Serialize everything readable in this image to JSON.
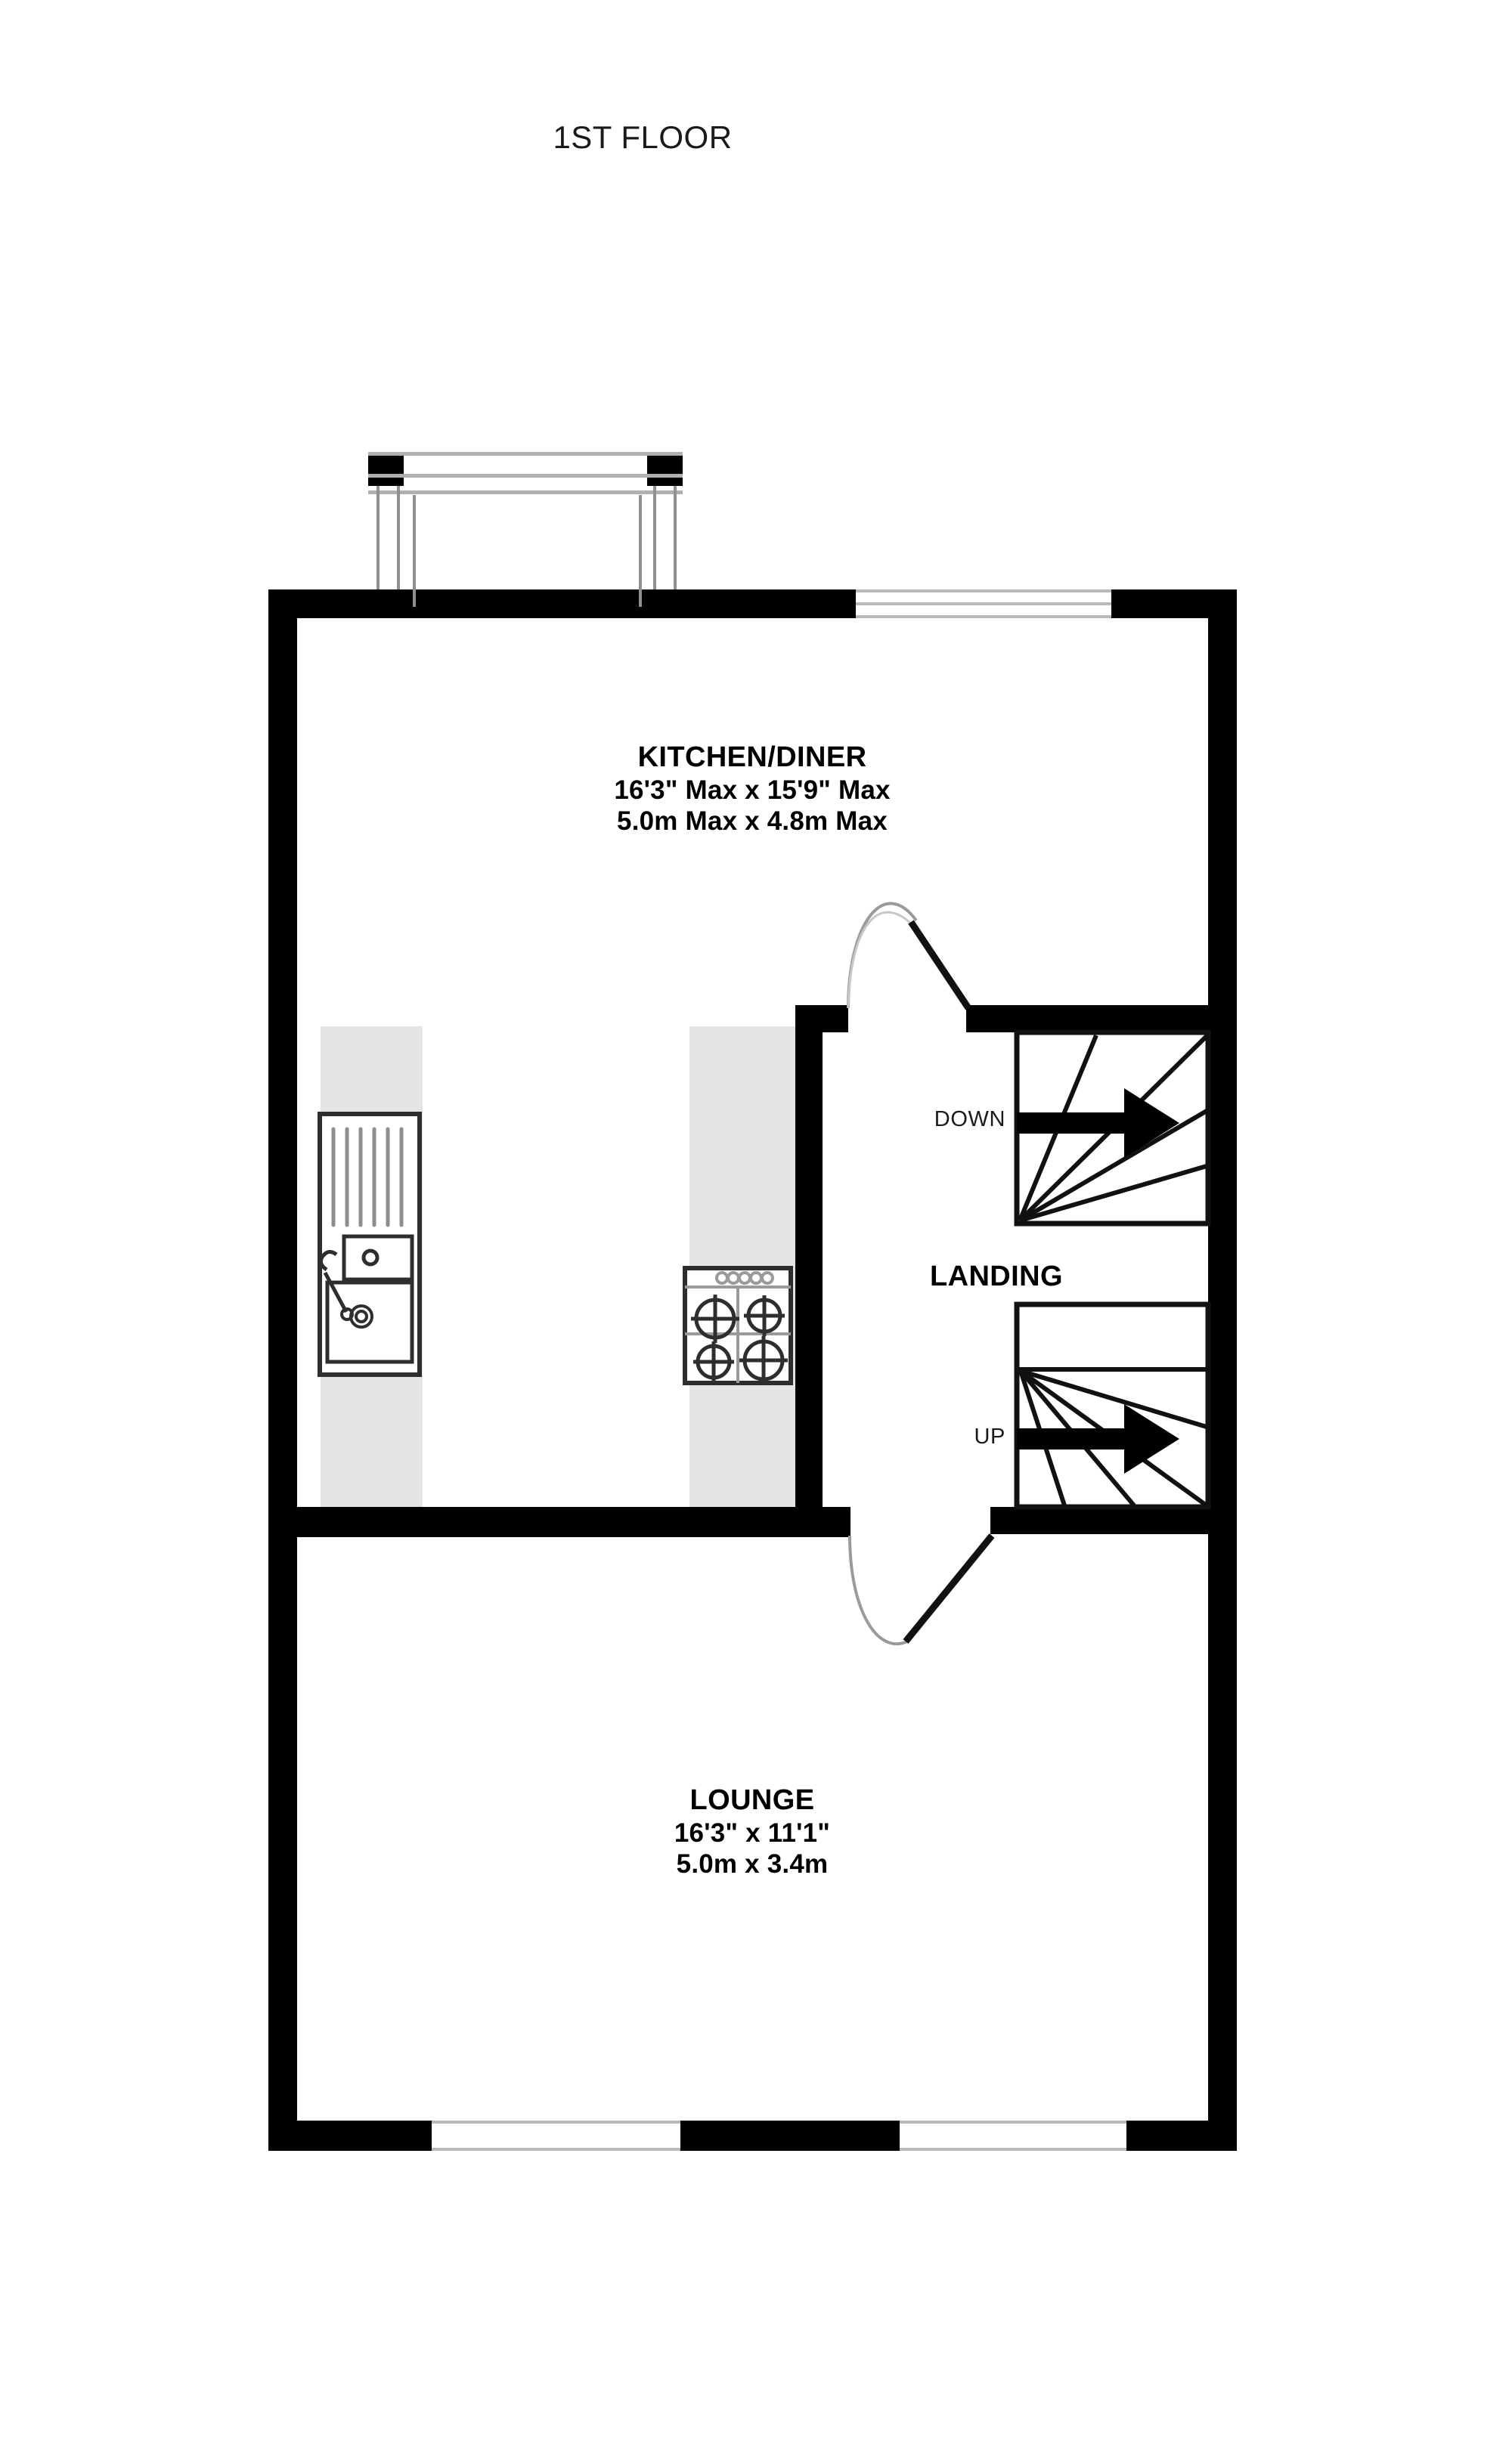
{
  "plan": {
    "title": "1ST FLOOR",
    "background_color": "#ffffff",
    "wall_color": "#000000",
    "worktop_color": "#e4e4e4",
    "fixture_outline_color": "#3a3a3a"
  },
  "rooms": [
    {
      "key": "kitchen_diner",
      "name": "KITCHEN/DINER",
      "dim_imperial": "16'3\" Max x 15'9\" Max",
      "dim_metric": "5.0m Max x 4.8m Max"
    },
    {
      "key": "lounge",
      "name": "LOUNGE",
      "dim_imperial": "16'3\"  x 11'1\"",
      "dim_metric": "5.0m  x 3.4m"
    },
    {
      "key": "landing",
      "name": "LANDING",
      "dim_imperial": "",
      "dim_metric": ""
    }
  ],
  "stairs": [
    {
      "key": "down",
      "label": "DOWN",
      "direction": "right"
    },
    {
      "key": "up",
      "label": "UP",
      "direction": "right"
    }
  ],
  "fixtures": [
    {
      "key": "sink",
      "name": "kitchen-sink-with-drainer"
    },
    {
      "key": "hob",
      "name": "four-burner-hob"
    },
    {
      "key": "worktop_left",
      "name": "worktop-run-left"
    },
    {
      "key": "worktop_right",
      "name": "worktop-run-right"
    }
  ],
  "openings": [
    {
      "key": "bay",
      "name": "bay-window-projection"
    },
    {
      "key": "window_top_right",
      "name": "window-top-wall"
    },
    {
      "key": "window_bottom_left",
      "name": "window-bottom-wall-left"
    },
    {
      "key": "window_bottom_right",
      "name": "window-bottom-wall-right"
    },
    {
      "key": "door_kitchen_landing",
      "name": "door-kitchen-to-landing"
    },
    {
      "key": "door_landing_lounge",
      "name": "door-landing-to-lounge"
    }
  ]
}
